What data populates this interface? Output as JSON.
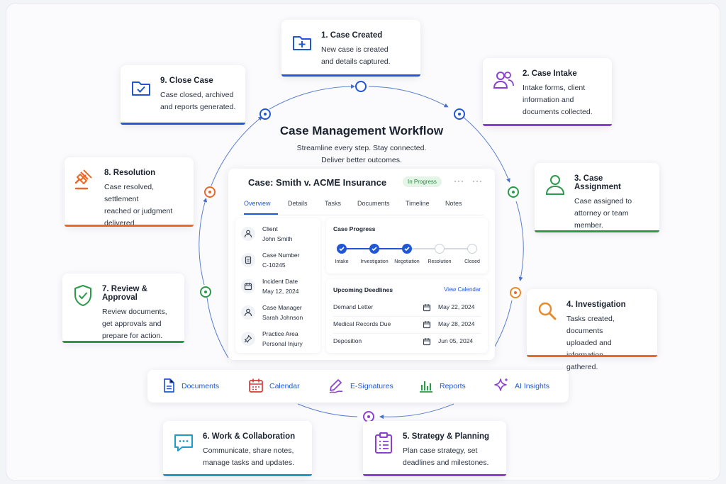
{
  "title": "Case Management Workflow",
  "subtitle_line1": "Streamline every step. Stay connected.",
  "subtitle_line2": "Deliver better outcomes.",
  "steps": [
    {
      "title": "1. Case Created",
      "lines": [
        "New case is created",
        "and details captured."
      ],
      "icon": "folder-plus-icon",
      "color": "#2157d6"
    },
    {
      "title": "2. Case Intake",
      "lines": [
        "Intake forms, client",
        "information and",
        "documents collected."
      ],
      "icon": "users-icon",
      "color": "#8b3fd1"
    },
    {
      "title": "3. Case Assignment",
      "lines": [
        "Case assigned to",
        "attorney or team",
        "member."
      ],
      "icon": "person-icon",
      "color": "#2a9a4a"
    },
    {
      "title": "4. Investigation",
      "lines": [
        "Tasks created, documents",
        "uploaded and information",
        "gathered."
      ],
      "icon": "magnifier-icon",
      "color": "#e8892a"
    },
    {
      "title": "5. Strategy & Planning",
      "lines": [
        "Plan case strategy, set",
        "deadlines and milestones."
      ],
      "icon": "clipboard-icon",
      "color": "#8b3fd1"
    },
    {
      "title": "6. Work & Collaboration",
      "lines": [
        "Communicate, share notes,",
        "manage tasks and updates."
      ],
      "icon": "chat-icon",
      "color": "#1f9bc4"
    },
    {
      "title": "7. Review & Approval",
      "lines": [
        "Review documents,",
        "get approvals and",
        "prepare for action."
      ],
      "icon": "shield-check-icon",
      "color": "#2a9a4a"
    },
    {
      "title": "8. Resolution",
      "lines": [
        "Case resolved, settlement",
        "reached or judgment",
        "delivered."
      ],
      "icon": "gavel-icon",
      "color": "#e8682a"
    },
    {
      "title": "9. Close Case",
      "lines": [
        "Case closed, archived",
        "and reports generated."
      ],
      "icon": "folder-check-icon",
      "color": "#2157d6"
    }
  ],
  "case": {
    "title": "Case: Smith v. ACME Insurance",
    "status": "In Progress",
    "menu_glyph": "···",
    "tabs": [
      "Overview",
      "Details",
      "Tasks",
      "Documents",
      "Timeline",
      "Notes"
    ],
    "info": [
      {
        "label": "Client",
        "value": "John Smith",
        "icon": "person-icon"
      },
      {
        "label": "Case Number",
        "value": "C-10245",
        "icon": "document-icon"
      },
      {
        "label": "Incident Date",
        "value": "May 12, 2024",
        "icon": "calendar-icon"
      },
      {
        "label": "Case Manager",
        "value": "Sarah Johnson",
        "icon": "person-icon"
      },
      {
        "label": "Practice Area",
        "value": "Personal Injury",
        "icon": "pin-icon"
      }
    ],
    "progress_title": "Case Progress",
    "progress": [
      {
        "label": "Intake",
        "done": true
      },
      {
        "label": "Investigation",
        "done": true
      },
      {
        "label": "Negotiation",
        "done": true
      },
      {
        "label": "Resolution",
        "done": false
      },
      {
        "label": "Closed",
        "done": false
      }
    ],
    "deadlines_title": "Upcoming Deedlines",
    "view_calendar": "View Calendar",
    "deadlines": [
      {
        "name": "Demand Letter",
        "date": "May 22, 2024"
      },
      {
        "name": "Medical Records Due",
        "date": "May 28, 2024"
      },
      {
        "name": "Deposition",
        "date": "Jun 05, 2024"
      }
    ]
  },
  "tools": [
    {
      "label": "Documents",
      "icon": "document-icon",
      "color": "#2157d6"
    },
    {
      "label": "Calendar",
      "icon": "calendar-icon",
      "color": "#d63a3a"
    },
    {
      "label": "E-Signatures",
      "icon": "pen-icon",
      "color": "#8b3fd1"
    },
    {
      "label": "Reports",
      "icon": "bar-chart-icon",
      "color": "#2a9a4a"
    },
    {
      "label": "AI Insights",
      "icon": "sparkle-icon",
      "color": "#8b3fd1"
    }
  ]
}
